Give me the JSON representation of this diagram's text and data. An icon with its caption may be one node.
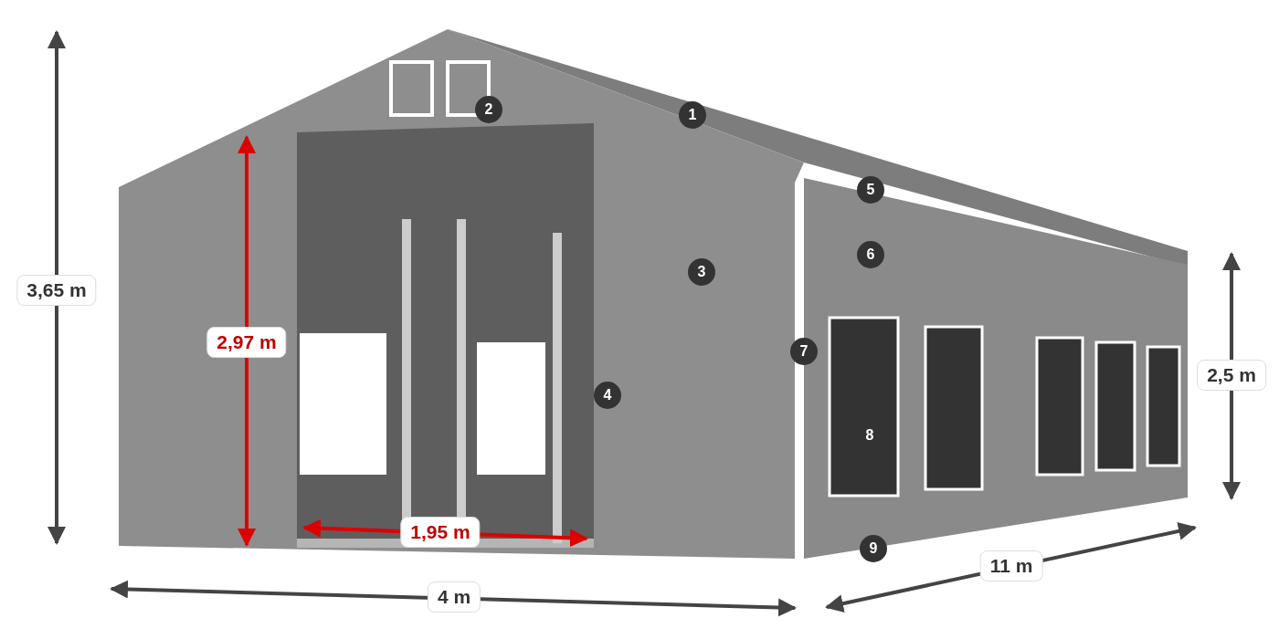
{
  "diagram": {
    "labels": [
      "2",
      "1",
      "5",
      "6",
      "3",
      "3,65 m",
      "2,97 m",
      "7",
      "2,5 m",
      "4",
      "8",
      "1,95 m",
      "9",
      "11 m",
      "4 m"
    ]
  }
}
